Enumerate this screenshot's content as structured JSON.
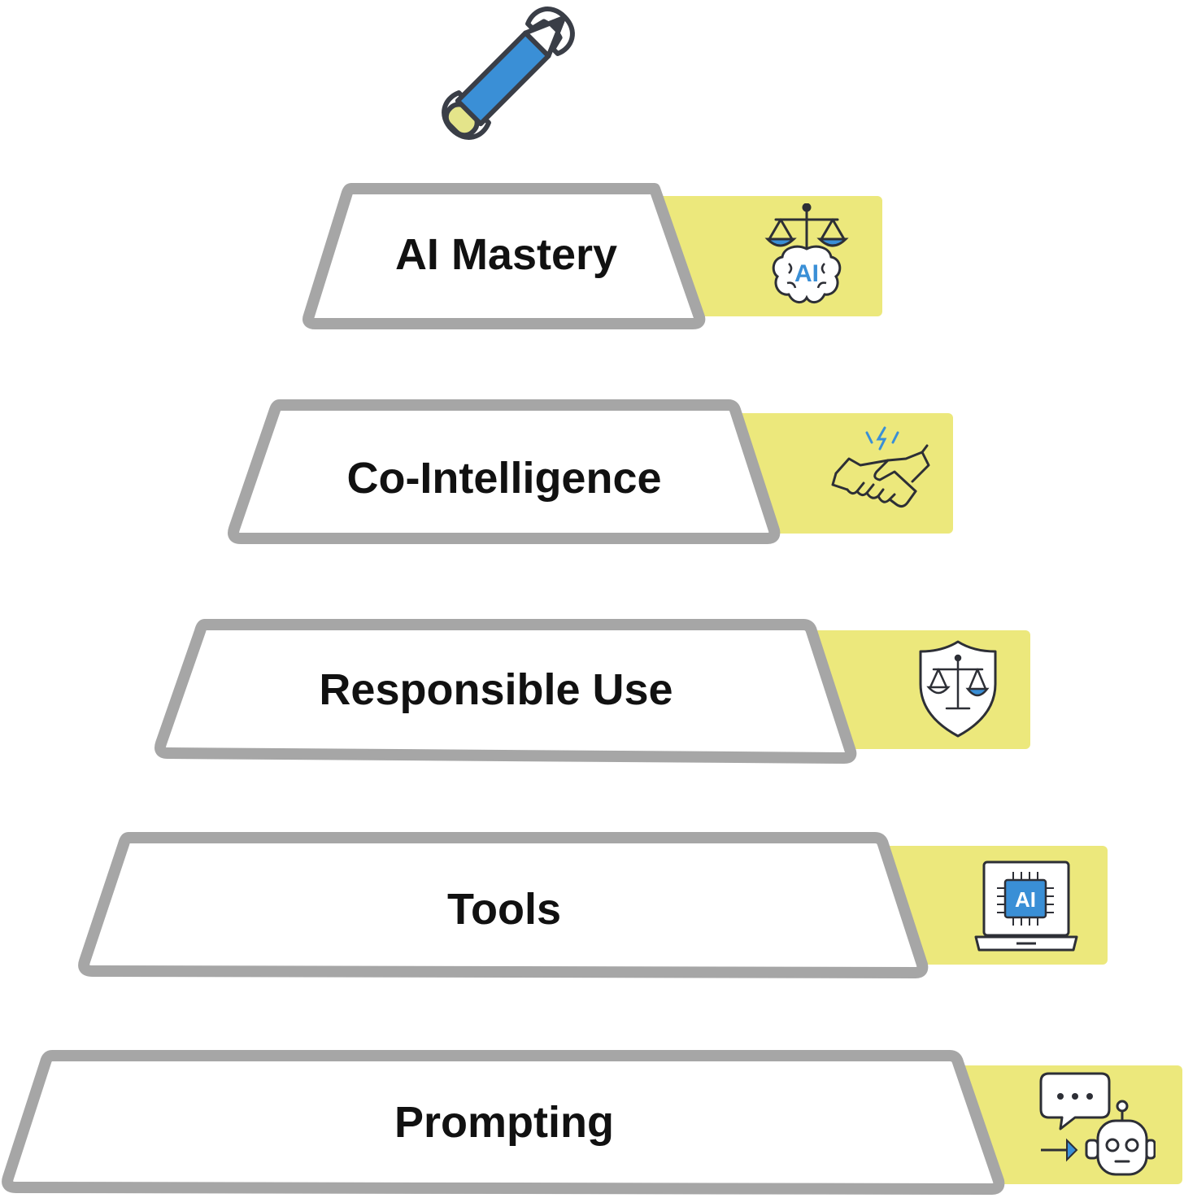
{
  "diagram": {
    "top_icon": "wrench-and-pencil-icon",
    "levels": [
      {
        "label": "AI Mastery",
        "icon": "ai-brain-scales-icon",
        "icon_text": "AI"
      },
      {
        "label": "Co-Intelligence",
        "icon": "handshake-icon"
      },
      {
        "label": "Responsible Use",
        "icon": "shield-scales-icon"
      },
      {
        "label": "Tools",
        "icon": "ai-laptop-icon",
        "icon_text": "AI"
      },
      {
        "label": "Prompting",
        "icon": "chat-robot-icon"
      }
    ],
    "colors": {
      "outline": "#a6a6a6",
      "tab": "#ece87c",
      "accent_blue": "#3a8fd6",
      "accent_yellow": "#e4e48a",
      "text": "#111111"
    }
  }
}
